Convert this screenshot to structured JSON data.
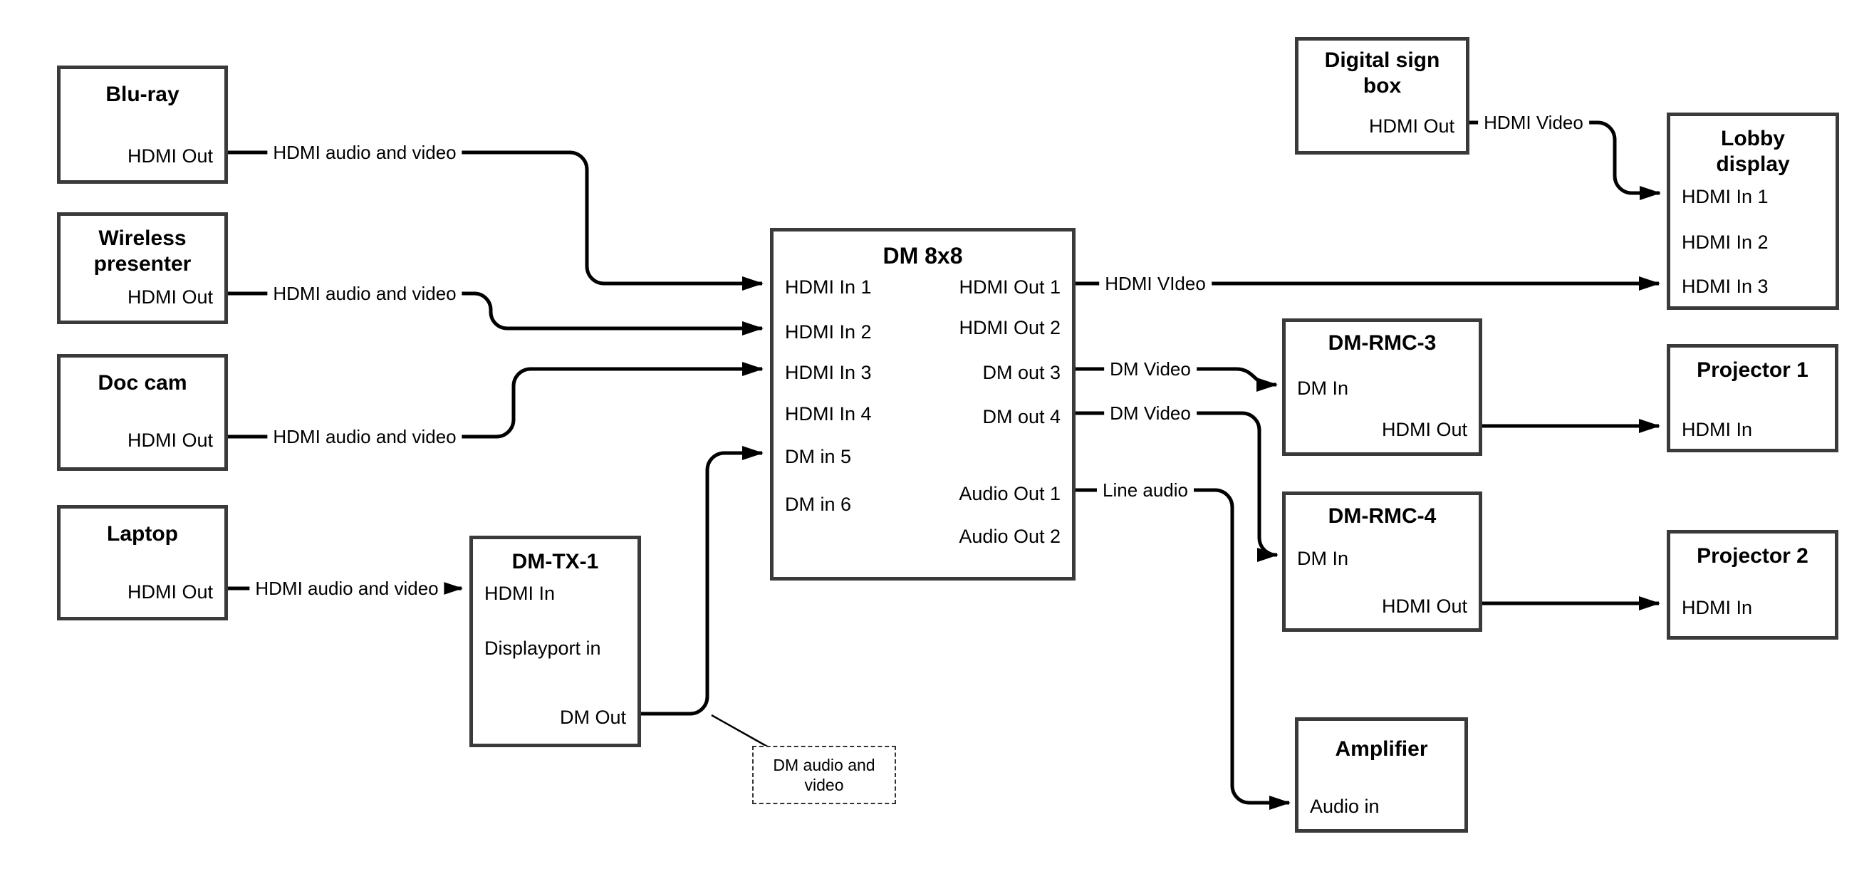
{
  "boxes": {
    "bluray": {
      "title": "Blu-ray",
      "ports": {
        "hdmi_out": "HDMI Out"
      }
    },
    "wireless": {
      "title": "Wireless presenter",
      "ports": {
        "hdmi_out": "HDMI Out"
      }
    },
    "doccam": {
      "title": "Doc cam",
      "ports": {
        "hdmi_out": "HDMI Out"
      }
    },
    "laptop": {
      "title": "Laptop",
      "ports": {
        "hdmi_out": "HDMI Out"
      }
    },
    "dmtx1": {
      "title": "DM-TX-1",
      "ports": {
        "hdmi_in": "HDMI In",
        "dp_in": "Displayport in",
        "dm_out": "DM Out"
      }
    },
    "dm8x8": {
      "title": "DM 8x8",
      "ports": {
        "in1": "HDMI In 1",
        "in2": "HDMI In 2",
        "in3": "HDMI In 3",
        "in4": "HDMI In 4",
        "in5": "DM in 5",
        "in6": "DM in 6",
        "out1": "HDMI Out 1",
        "out2": "HDMI Out 2",
        "out3": "DM out 3",
        "out4": "DM out 4",
        "aout1": "Audio Out 1",
        "aout2": "Audio Out 2"
      }
    },
    "digital_sign": {
      "title": "Digital sign box",
      "ports": {
        "hdmi_out": "HDMI Out"
      }
    },
    "lobby": {
      "title": "Lobby display",
      "ports": {
        "in1": "HDMI In 1",
        "in2": "HDMI In 2",
        "in3": "HDMI In 3"
      }
    },
    "dmrmc3": {
      "title": "DM-RMC-3",
      "ports": {
        "dm_in": "DM In",
        "hdmi_out": "HDMI Out"
      }
    },
    "proj1": {
      "title": "Projector 1",
      "ports": {
        "hdmi_in": "HDMI In"
      }
    },
    "dmrmc4": {
      "title": "DM-RMC-4",
      "ports": {
        "dm_in": "DM In",
        "hdmi_out": "HDMI Out"
      }
    },
    "proj2": {
      "title": "Projector 2",
      "ports": {
        "hdmi_in": "HDMI In"
      }
    },
    "amplifier": {
      "title": "Amplifier",
      "ports": {
        "audio_in": "Audio in"
      }
    }
  },
  "wire_labels": {
    "bluray": "HDMI audio and video",
    "wireless": "HDMI audio and video",
    "doccam": "HDMI audio and video",
    "laptop": "HDMI audio and video",
    "hdmi_out1": "HDMI VIdeo",
    "dm_out3": "DM Video",
    "dm_out4": "DM Video",
    "audio_out1": "Line audio",
    "digital_sign": "HDMI Video"
  },
  "note": "DM audio and video",
  "colors": {
    "wire": "#000000",
    "box_border": "#3a3a3a",
    "background": "#ffffff",
    "text": "#000000"
  }
}
